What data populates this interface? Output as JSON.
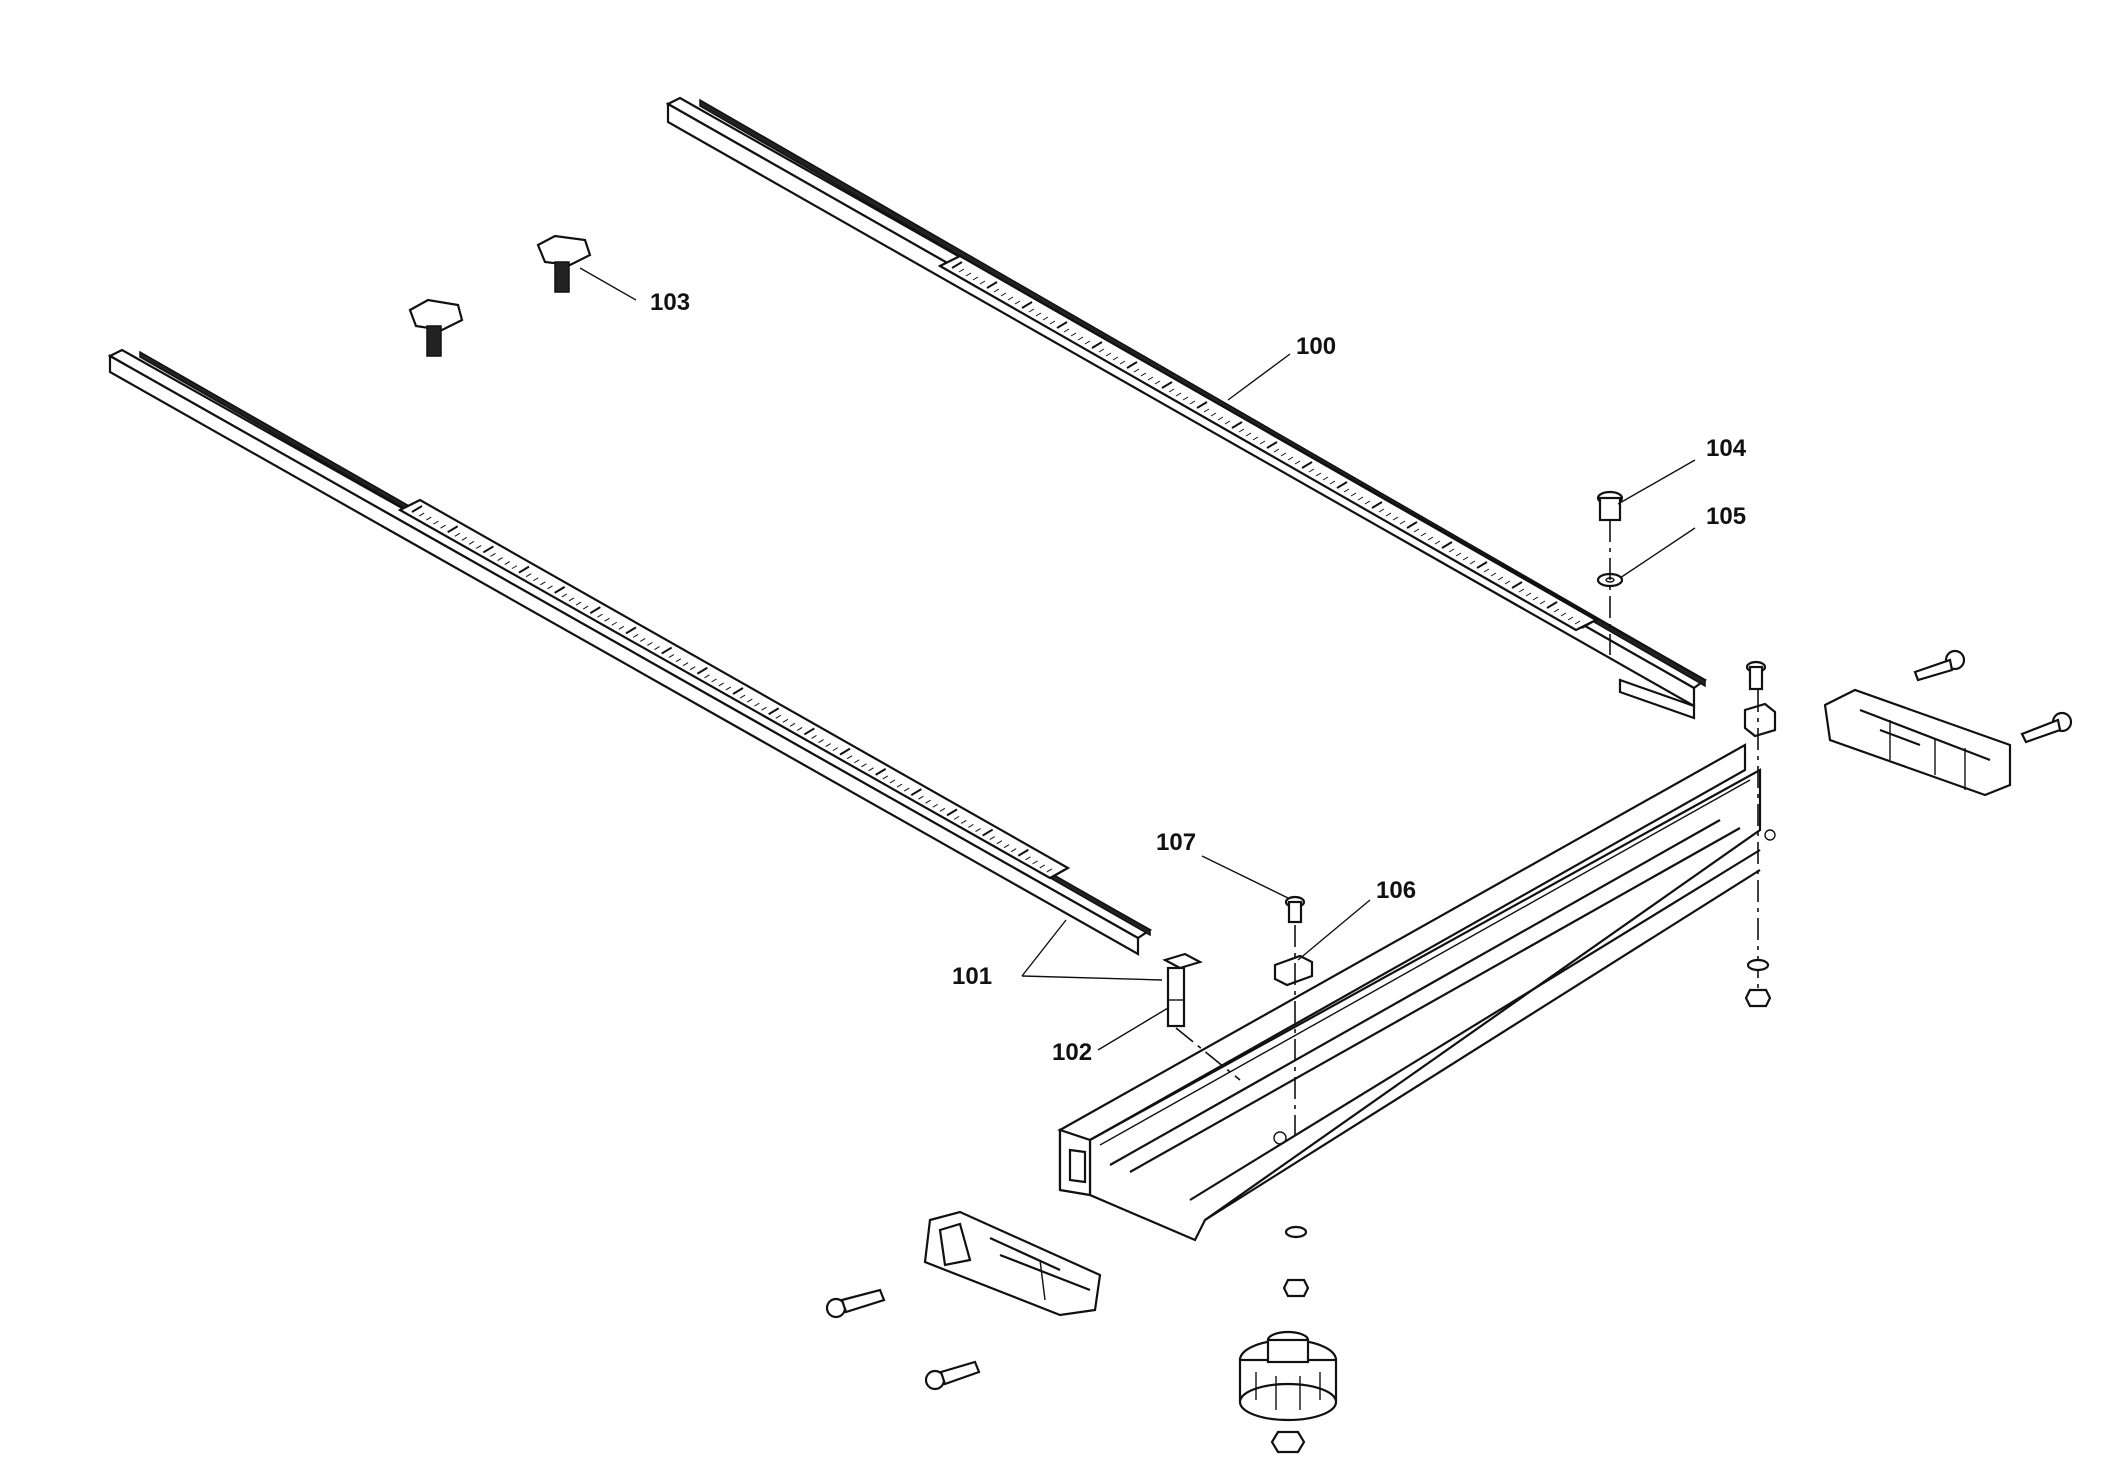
{
  "diagram": {
    "callouts": [
      {
        "id": "100",
        "text": "100"
      },
      {
        "id": "101",
        "text": "101"
      },
      {
        "id": "102",
        "text": "102"
      },
      {
        "id": "103",
        "text": "103"
      },
      {
        "id": "104",
        "text": "104"
      },
      {
        "id": "105",
        "text": "105"
      },
      {
        "id": "106",
        "text": "106"
      },
      {
        "id": "107",
        "text": "107"
      }
    ]
  }
}
